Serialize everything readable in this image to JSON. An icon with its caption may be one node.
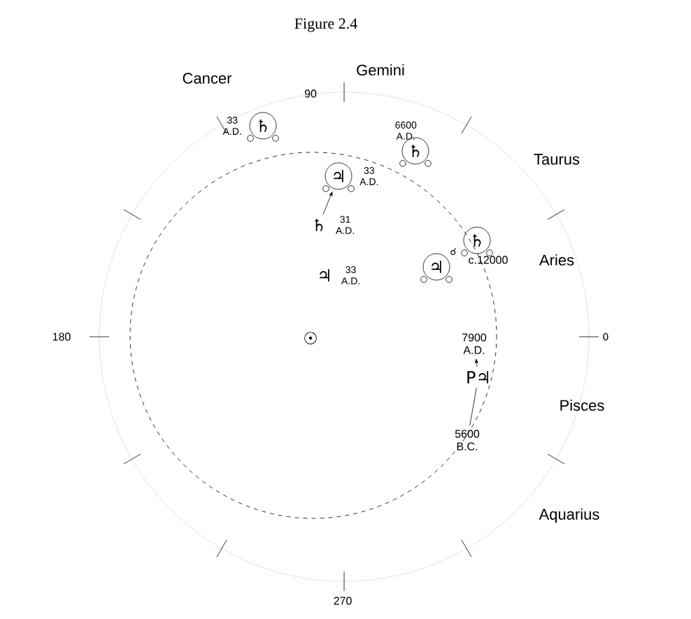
{
  "diagram": {
    "title": "Figure 2.4",
    "nodes": [
      {
        "text": [
          "♄"
        ],
        "beside": [
          "33 A.D."
        ]
      },
      {
        "text": [
          "♄"
        ],
        "beside": [
          "6600 A.D."
        ]
      },
      {
        "text": [
          "♃"
        ],
        "beside": [
          "33 A.D."
        ]
      },
      {
        "text": [
          "♄"
        ]
      },
      {
        "text": [
          "♃"
        ]
      },
      {
        "text": [
          "♄"
        ],
        "beside": [
          "31 A.D."
        ]
      },
      {
        "text": [
          "♃"
        ],
        "beside": [
          "33 A.D."
        ]
      },
      {
        "text": [
          "7900 A.D."
        ]
      },
      {
        "text": [
          "P♃"
        ]
      },
      {
        "text": [
          "5600 B.C."
        ]
      }
    ],
    "edges": [
      {
        "from": 5,
        "to": 2,
        "arrow": "to"
      },
      {
        "from": 8,
        "to": 7,
        "arrow": "to"
      },
      {
        "from": 9,
        "to": 8,
        "arrow": "none"
      }
    ],
    "labels": [
      "Cancer",
      "Gemini",
      "90",
      "Taurus",
      "☌",
      "c.12000",
      "Aries",
      "180",
      "0",
      "☉",
      "Pisces",
      "Aquarius",
      "270"
    ]
  }
}
